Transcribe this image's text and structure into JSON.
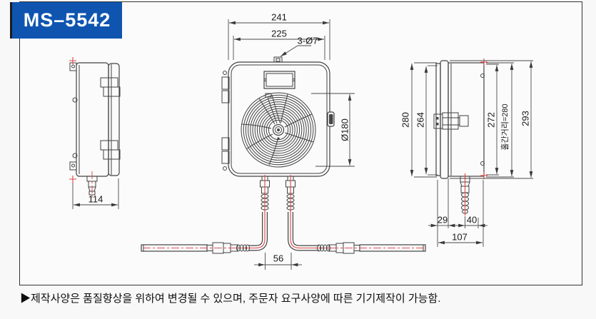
{
  "header": {
    "model_badge": "MS–5542",
    "badge_bg": "#0f55b0",
    "badge_text_color": "#ffffff"
  },
  "drawing": {
    "kind": "technical-drawing, 3 orthographic views of hose reel box with twin hoses and lances",
    "colors": {
      "line": "#424242",
      "centerline_red": "#e04545"
    },
    "dimensions": {
      "front_outer_width": "241",
      "front_inner_width": "225",
      "mount_holes": "3-Ø7",
      "reel_diameter": "Ø180",
      "left_view_depth": "114",
      "hose_gap": "56",
      "right_outer_height": "280",
      "right_inner_height": "264",
      "right_height_272": "272",
      "hole_spacing": "홀간거리=280",
      "right_total_height": "293",
      "bottom_offset_29": "29",
      "bottom_offset_40": "40",
      "right_view_depth": "107"
    }
  },
  "footer": {
    "note": "▶제작사양은 품질향상을 위하여 변경될 수 있으며, 주문자 요구사양에 따른 기기제작이 가능함."
  }
}
